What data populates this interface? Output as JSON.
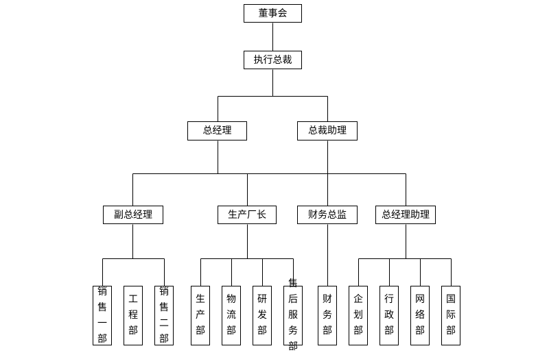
{
  "org": {
    "board": "董事会",
    "ceo": "执行总裁",
    "gm": "总经理",
    "ceo_assistant": "总裁助理",
    "deputy_gm": "副总经理",
    "plant_manager": "生产厂长",
    "finance_director": "财务总监",
    "gm_assistant": "总经理助理",
    "sales_1": "销售一部",
    "engineering": "工程部",
    "sales_2": "销售二部",
    "production": "生产部",
    "logistics": "物流部",
    "rnd": "研发部",
    "after_sales": "售后服务部",
    "finance": "财务部",
    "planning": "企划部",
    "administration": "行政部",
    "network": "网络部",
    "international": "国际部"
  },
  "colors": {
    "line": "#000000",
    "box_border": "#000000",
    "box_fill": "#ffffff",
    "text": "#000000"
  }
}
